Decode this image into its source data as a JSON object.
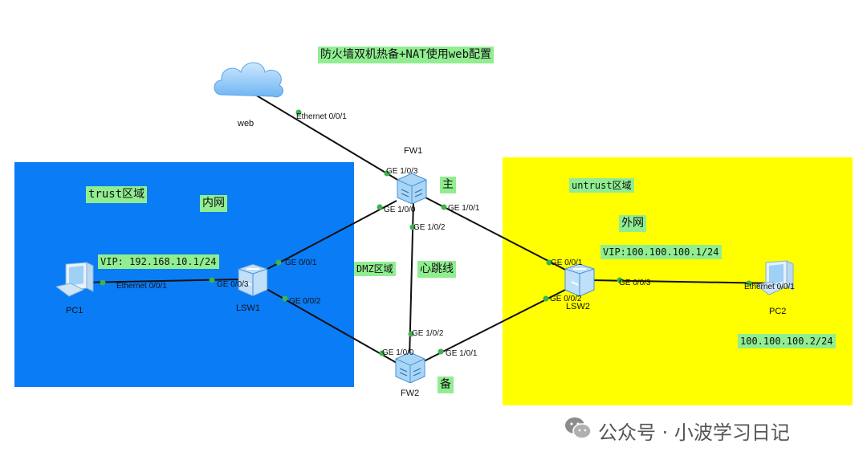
{
  "title": "防火墙双机热备+NAT使用web配置",
  "zones": {
    "trust": {
      "label": "trust区域",
      "sub": "内网",
      "color": "#0a7cf5"
    },
    "untrust": {
      "label": "untrust区域",
      "sub": "外网",
      "color": "#ffff00"
    },
    "dmz": {
      "label": "DMZ区域"
    }
  },
  "heartbeat_label": "心跳线",
  "devices": {
    "web": "web",
    "fw1": "FW1",
    "fw2": "FW2",
    "lsw1": "LSW1",
    "lsw2": "LSW2",
    "pc1": "PC1",
    "pc2": "PC2"
  },
  "roles": {
    "master": "主",
    "backup": "备"
  },
  "addresses": {
    "vip_inside": "VIP: 192.168.10.1/24",
    "vip_outside": "VIP:100.100.100.1/24",
    "pc2_ip": "100.100.100.2/24"
  },
  "ports": {
    "web_eth": "Ethernet 0/0/1",
    "fw1_ge103": "GE 1/0/3",
    "fw1_ge100": "GE 1/0/0",
    "fw1_ge102": "GE 1/0/2",
    "fw1_ge101": "GE 1/0/1",
    "fw2_ge102": "GE 1/0/2",
    "fw2_ge100": "GE 1/0/0",
    "fw2_ge101": "GE 1/0/1",
    "lsw1_ge001": "GE 0/0/1",
    "lsw1_ge002": "GE 0/0/2",
    "lsw1_ge003": "GE 0/0/3",
    "pc1_eth": "Ethernet 0/0/1",
    "lsw2_ge001": "GE 0/0/1",
    "lsw2_ge002": "GE 0/0/2",
    "lsw2_ge003": "GE 0/0/3",
    "pc2_eth": "Ethernet 0/0/1"
  },
  "watermark": "公众号 · 小波学习日记",
  "icons": {
    "cloud": "cloud-icon",
    "firewall": "firewall-icon",
    "switch": "switch-icon",
    "pc": "pc-icon",
    "wechat": "wechat-icon"
  }
}
